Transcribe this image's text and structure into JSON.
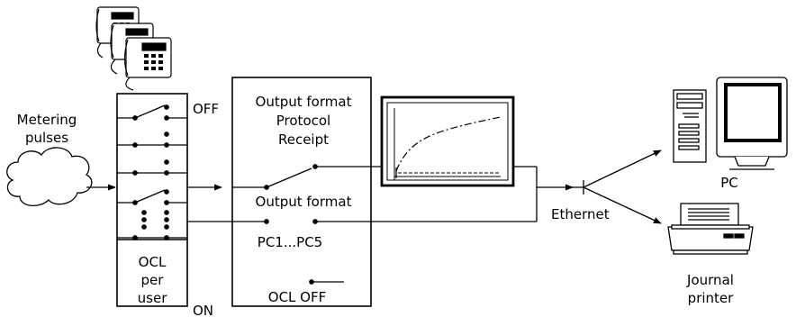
{
  "labels": {
    "metering_line1": "Metering",
    "metering_line2": "pulses",
    "off": "OFF",
    "on": "ON",
    "ocl_line1": "OCL",
    "ocl_line2": "per",
    "ocl_line3": "user",
    "output_format_top": "Output format",
    "protocol": "Protocol",
    "receipt": "Receipt",
    "output_format_bottom": "Output format",
    "pc_range": "PC1...PC5",
    "ocl_off": "OCL OFF",
    "ethernet": "Ethernet",
    "pc": "PC",
    "journal_line1": "Journal",
    "journal_line2": "printer"
  },
  "icons": [
    "telephone-stack-icon",
    "cloud-icon",
    "graph-display-icon",
    "pc-icon",
    "printer-icon"
  ]
}
